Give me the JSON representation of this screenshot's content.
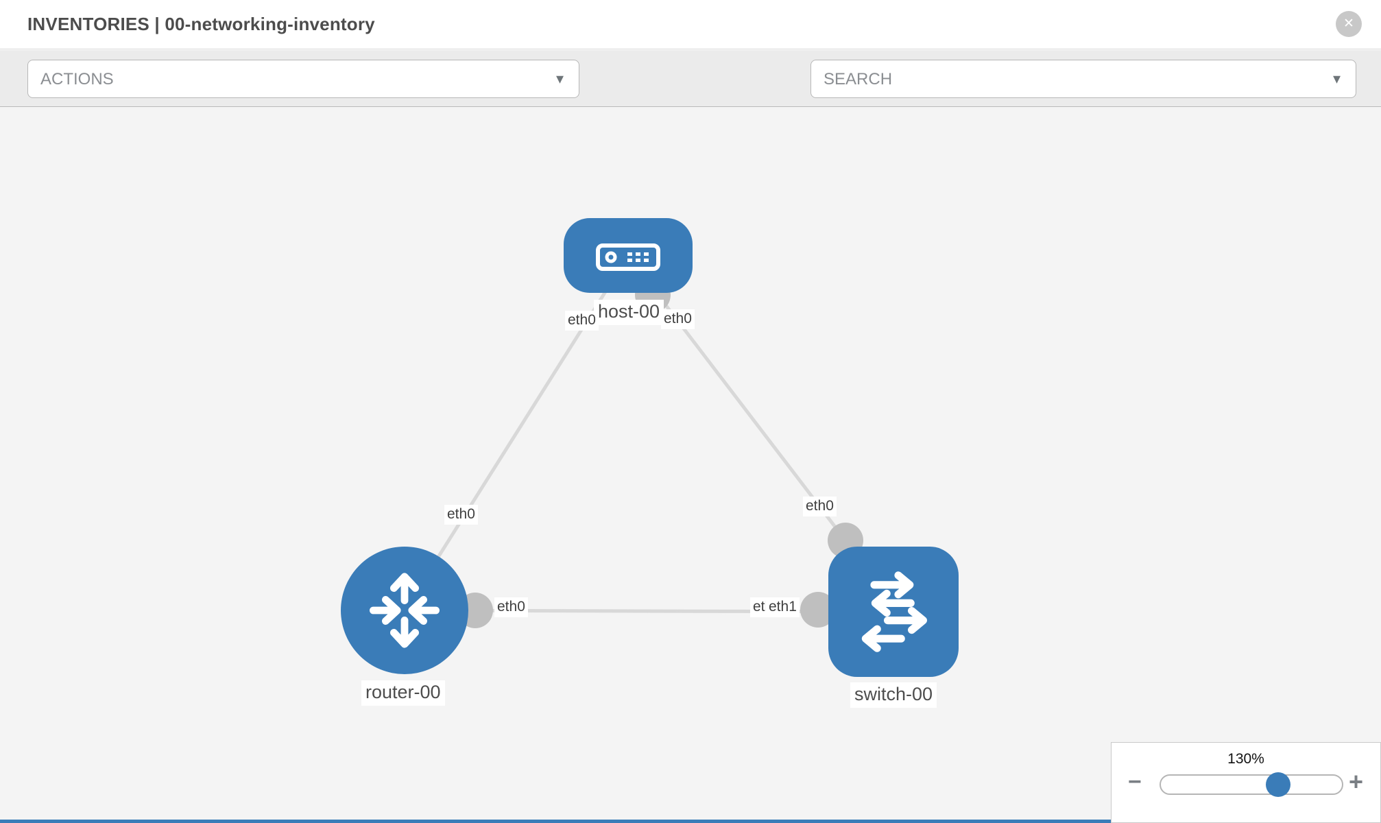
{
  "header": {
    "title_prefix": "INVENTORIES",
    "separator": " | ",
    "inventory_name": "00-networking-inventory",
    "close_glyph": "✕"
  },
  "toolbar": {
    "actions_placeholder": "ACTIONS",
    "search_placeholder": "SEARCH",
    "caret_glyph": "▾",
    "icons": [
      {
        "name": "wrench-icon"
      },
      {
        "name": "key-icon"
      }
    ]
  },
  "topology": {
    "nodes": [
      {
        "id": "host-00",
        "type": "host",
        "label": "host-00"
      },
      {
        "id": "router-00",
        "type": "router",
        "label": "router-00"
      },
      {
        "id": "switch-00",
        "type": "switch",
        "label": "switch-00"
      }
    ],
    "port_labels": [
      {
        "id": "host-left",
        "text": "eth0"
      },
      {
        "id": "host-right",
        "text": "eth0"
      },
      {
        "id": "link1-mid",
        "text": "eth0"
      },
      {
        "id": "link2-mid",
        "text": "eth0"
      },
      {
        "id": "router-side",
        "text": "eth0"
      },
      {
        "id": "switch-side-under",
        "text": "eth0"
      },
      {
        "id": "switch-side-over",
        "text": "eth1"
      }
    ],
    "links": [
      {
        "from": "router-00",
        "to": "host-00",
        "from_if": "eth0",
        "to_if": "eth0"
      },
      {
        "from": "host-00",
        "to": "switch-00",
        "from_if": "eth0",
        "to_if": "eth0"
      },
      {
        "from": "router-00",
        "to": "switch-00",
        "from_if": "eth0",
        "to_if": "eth1"
      }
    ]
  },
  "zoom_control": {
    "value": "130%",
    "minus_glyph": "−",
    "plus_glyph": "+"
  },
  "colors": {
    "node_blue": "#3a7cb8",
    "link_gray": "#d8d8d8",
    "interface_dot_gray": "#bfbfbf",
    "canvas_bg": "#f4f4f4",
    "toolbar_bg": "#ebebeb"
  }
}
